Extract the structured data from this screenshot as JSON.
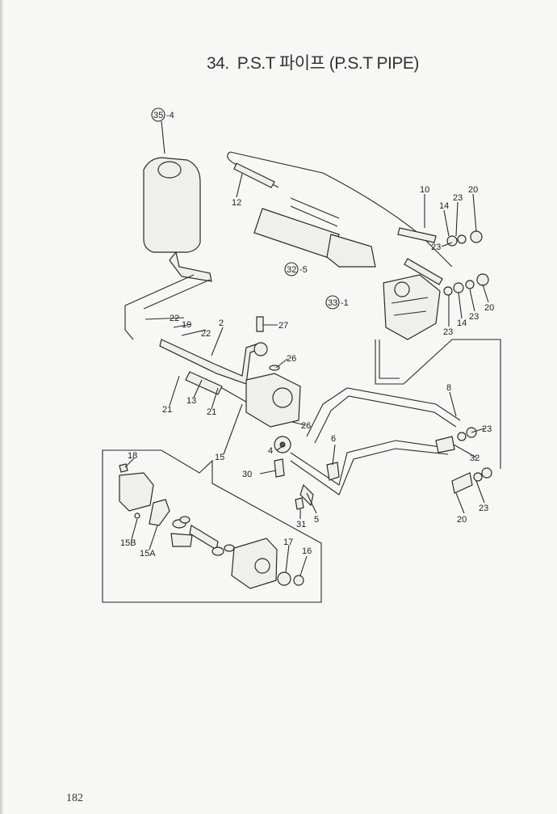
{
  "header": {
    "number": "34.",
    "title": "P.S.T 파이프 (P.S.T PIPE)"
  },
  "footer": {
    "page_number": "182"
  },
  "callouts": {
    "c35": "35",
    "c35s": "-4",
    "c32a": "32",
    "c32s": "-5",
    "c33": "33",
    "c33s": "-1",
    "items": [
      "12",
      "10",
      "23",
      "20",
      "14",
      "23",
      "20",
      "23",
      "14",
      "23",
      "22",
      "19",
      "22",
      "2",
      "27",
      "26",
      "8",
      "21",
      "13",
      "21",
      "26",
      "4",
      "6",
      "23",
      "32",
      "15",
      "18",
      "30",
      "5",
      "31",
      "23",
      "20",
      "15B",
      "15A",
      "17",
      "16"
    ]
  }
}
